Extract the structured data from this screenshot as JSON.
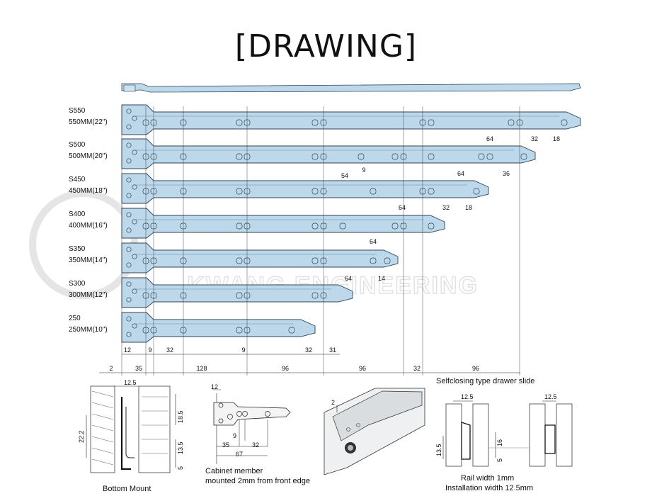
{
  "title": "[DRAWING]",
  "watermark": {
    "line1": "KWANG ENGINEERING",
    "text": "KWANG ENGINEERING"
  },
  "slides": [
    {
      "code": "S550",
      "size": "550MM(22\")"
    },
    {
      "code": "S500",
      "size": "500MM(20\")"
    },
    {
      "code": "S450",
      "size": "450MM(18\")"
    },
    {
      "code": "S400",
      "size": "400MM(16\")"
    },
    {
      "code": "S350",
      "size": "350MM(14\")"
    },
    {
      "code": "S300",
      "size": "300MM(12\")"
    },
    {
      "code": "250",
      "size": "250MM(10\")"
    }
  ],
  "dims_main": {
    "a": "64",
    "b": "32",
    "c": "18",
    "d": "54",
    "e": "9",
    "f": "64",
    "g": "36",
    "h": "64",
    "i": "32",
    "j": "18",
    "k": "64",
    "l": "64",
    "m": "14"
  },
  "bottom_row": [
    "12",
    "9",
    "32",
    "9",
    "32",
    "31"
  ],
  "baseline": [
    "2",
    "35",
    "128",
    "96",
    "96",
    "32",
    "96"
  ],
  "caption_selfclosing": "Selfclosing type drawer slide",
  "detail_bottom_mount": {
    "caption": "Bottom Mount",
    "d1": "12.5",
    "d2": "18.5",
    "d3": "22.2",
    "d4": "13.5",
    "d5": "5"
  },
  "detail_cabinet": {
    "caption_line1": "Cabinet member",
    "caption_line2": "mounted 2mm from front edge",
    "d1": "12",
    "d2": "9",
    "d3": "35",
    "d4": "32",
    "d5": "67"
  },
  "detail_3d": {
    "d1": "2"
  },
  "detail_rail": {
    "caption_line1": "Rail width 1mm",
    "caption_line2": "Installation width 12.5mm",
    "d1": "12.5",
    "d2": "12.5",
    "d3": "13.5",
    "d4": "16",
    "d5": "5"
  }
}
